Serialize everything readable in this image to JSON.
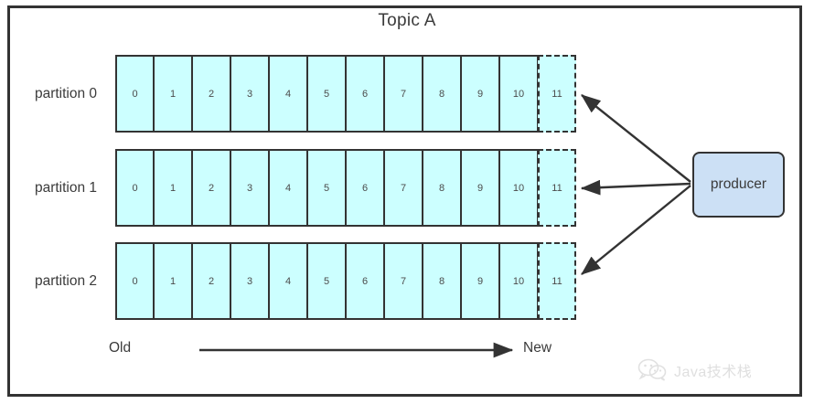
{
  "diagram": {
    "title": "Topic A",
    "partitions": [
      {
        "label": "partition 0",
        "offsets": [
          "0",
          "1",
          "2",
          "3",
          "4",
          "5",
          "6",
          "7",
          "8",
          "9",
          "10"
        ],
        "pending_offset": "11"
      },
      {
        "label": "partition 1",
        "offsets": [
          "0",
          "1",
          "2",
          "3",
          "4",
          "5",
          "6",
          "7",
          "8",
          "9",
          "10"
        ],
        "pending_offset": "11"
      },
      {
        "label": "partition 2",
        "offsets": [
          "0",
          "1",
          "2",
          "3",
          "4",
          "5",
          "6",
          "7",
          "8",
          "9",
          "10"
        ],
        "pending_offset": "11"
      }
    ],
    "producer": {
      "label": "producer"
    },
    "axis": {
      "start_label": "Old",
      "end_label": "New"
    },
    "colors": {
      "segment_fill": "#ccffff",
      "producer_fill": "#cce0f5",
      "stroke": "#333333",
      "text": "#3b3b3b"
    }
  },
  "watermark": {
    "text": "Java技术栈",
    "icon": "wechat-icon"
  }
}
